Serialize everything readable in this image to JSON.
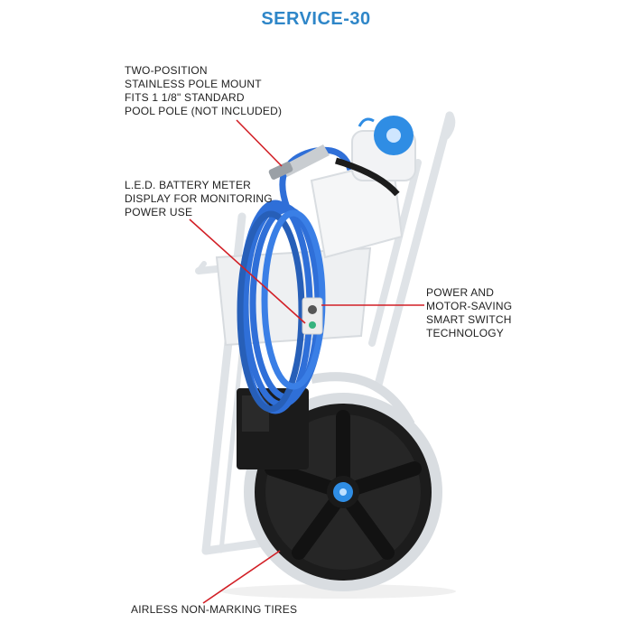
{
  "title": "SERVICE-30",
  "colors": {
    "title": "#2e86c8",
    "leader": "#d21f26",
    "hose": "#2f6fd8",
    "frame": "#dde1e5",
    "tire": "#1e1e1e",
    "hub": "#2f8de4"
  },
  "callouts": {
    "pole_mount": [
      "TWO-POSITION",
      "STAINLESS POLE MOUNT",
      "FITS 1 1/8\" STANDARD",
      "POOL POLE (NOT INCLUDED)"
    ],
    "battery_meter": [
      "L.E.D. BATTERY METER",
      "DISPLAY FOR MONITORING",
      "POWER USE"
    ],
    "smart_switch": [
      "POWER AND",
      "MOTOR-SAVING",
      "SMART SWITCH",
      "TECHNOLOGY"
    ],
    "tires": [
      "AIRLESS NON-MARKING TIRES"
    ]
  }
}
